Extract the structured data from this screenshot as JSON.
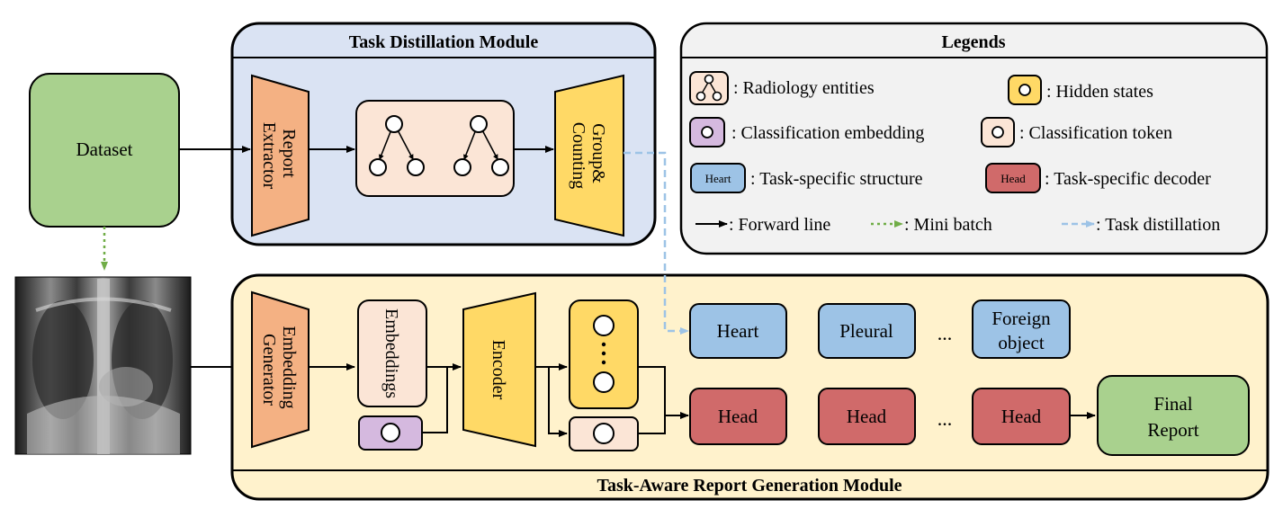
{
  "modules": {
    "distillation_title": "Task Distillation Module",
    "generation_title": "Task-Aware Report Generation Module",
    "legends_title": "Legends"
  },
  "dataset": {
    "label": "Dataset"
  },
  "distillation": {
    "report_extractor": [
      "Report",
      "Extractor"
    ],
    "group_counting": [
      "Group&",
      "Counting"
    ]
  },
  "generation": {
    "embedding_generator": [
      "Embedding",
      "Generator"
    ],
    "embeddings": "Embeddings",
    "encoder": "Encoder",
    "structures": [
      {
        "lines": [
          "Heart"
        ]
      },
      {
        "lines": [
          "Pleural"
        ]
      },
      {
        "lines": [
          "Foreign",
          "object"
        ]
      }
    ],
    "structure_ellipsis": "...",
    "heads": [
      "Head",
      "Head",
      "Head"
    ],
    "head_ellipsis": "...",
    "final_report": [
      "Final",
      "Report"
    ]
  },
  "legends": {
    "entities": ": Radiology entities",
    "hidden": ": Hidden states",
    "cls_embedding": ": Classification embedding",
    "cls_token": ": Classification token",
    "heart_icon": "Heart",
    "structure": ": Task-specific structure",
    "head_icon": "Head",
    "decoder": ": Task-specific decoder",
    "forward": ": Forward line",
    "mini_batch": ": Mini batch",
    "distill": ": Task distillation"
  },
  "colors": {
    "dataset_green": "#a9d18e",
    "final_green": "#a9d18e",
    "distill_bg": "#dae3f3",
    "generation_bg": "#fff2cc",
    "legend_bg": "#f2f2f2",
    "orange": "#f4b183",
    "yellow": "#ffd966",
    "peach": "#fbe5d6",
    "purple": "#d5b9df",
    "blue": "#9dc3e6",
    "red": "#d06a6a",
    "mini_batch_line": "#70ad47",
    "distill_line": "#9dc3e6"
  },
  "icons": [
    "tree-icon",
    "xray-image",
    "circle-token-icon"
  ]
}
